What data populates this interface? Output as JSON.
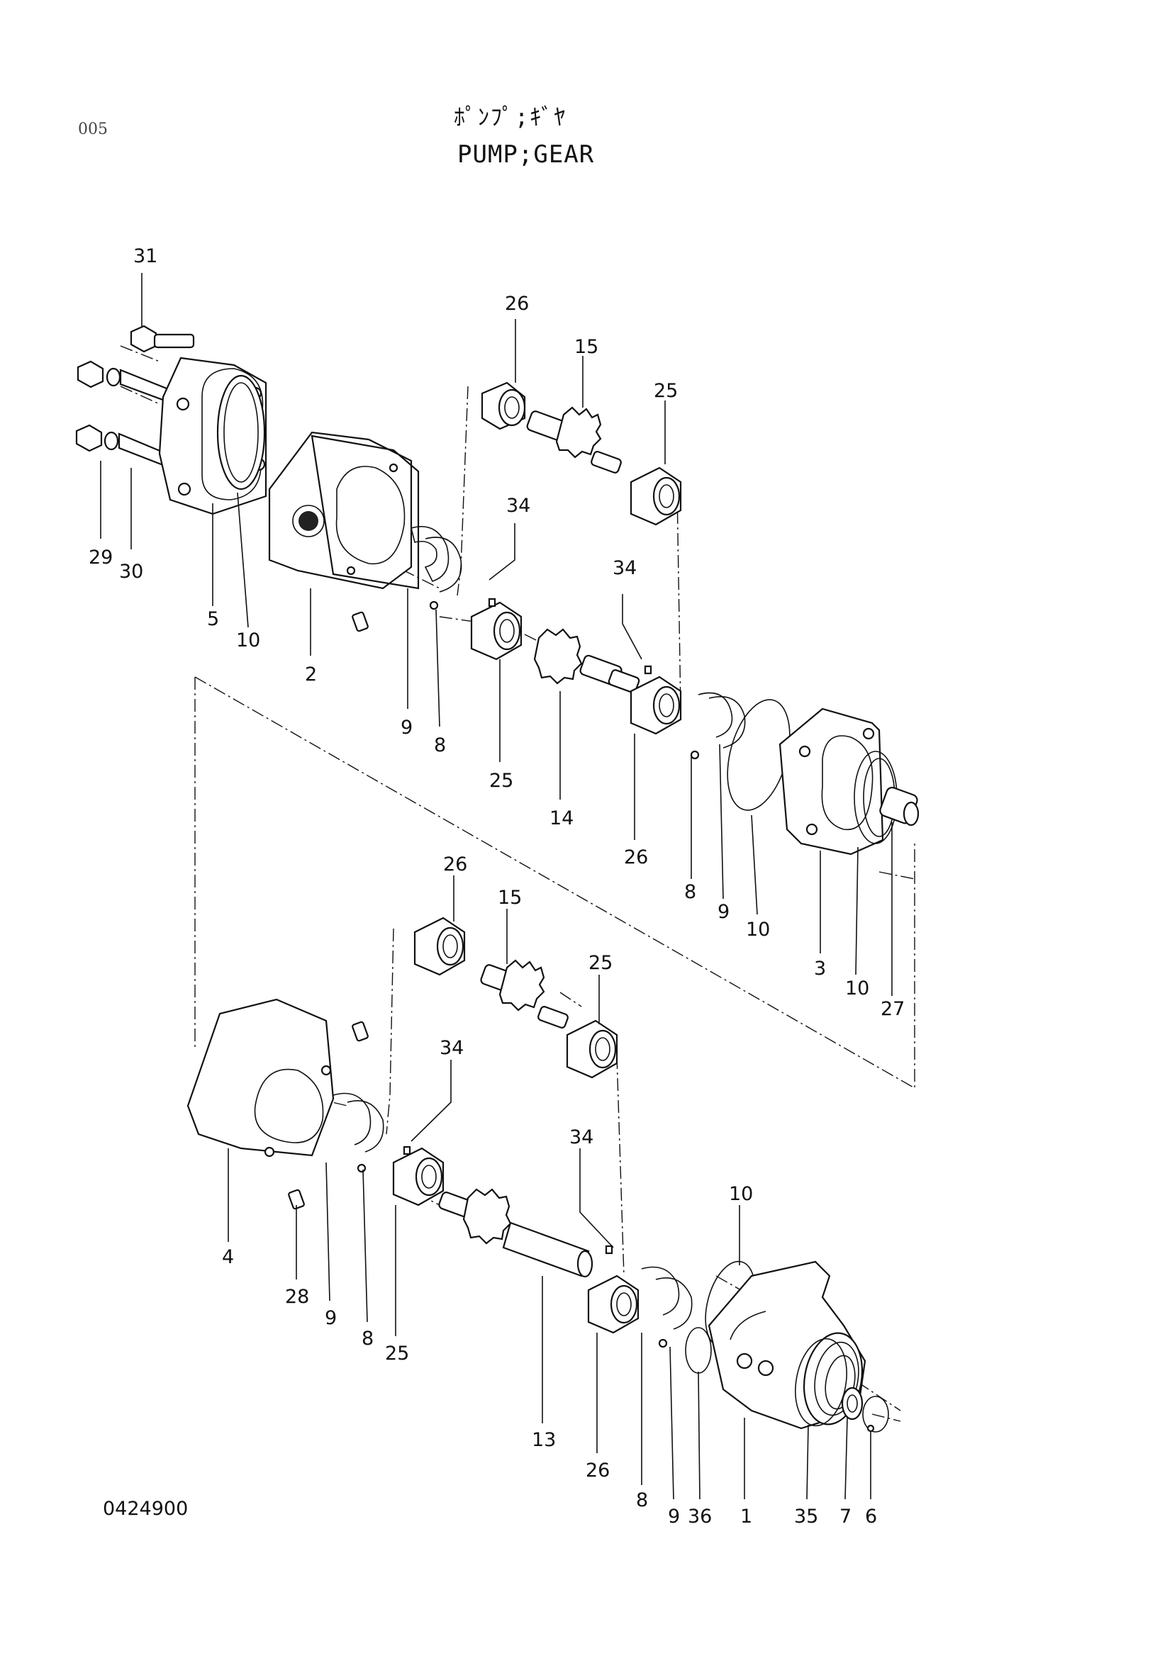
{
  "header": {
    "page_number": "005",
    "title_jp": "ﾎﾟﾝﾌﾟ;ｷﾞﾔ",
    "title_en": "PUMP;GEAR"
  },
  "footer": {
    "drawing_number": "0424900"
  },
  "callouts": {
    "c1": "31",
    "c2": "29",
    "c3": "30",
    "c4": "5",
    "c5": "10",
    "c6": "2",
    "c7": "26",
    "c8": "15",
    "c9": "25",
    "c10": "34",
    "c11": "9",
    "c12": "8",
    "c13": "25",
    "c14": "14",
    "c15": "34",
    "c16": "26",
    "c17": "8",
    "c18": "9",
    "c19": "10",
    "c20": "3",
    "c21": "10",
    "c22": "27",
    "c23": "26",
    "c24": "15",
    "c25": "25",
    "c26": "34",
    "c27": "34",
    "c28": "4",
    "c29": "28",
    "c30": "9",
    "c31": "8",
    "c32": "25",
    "c33": "13",
    "c34": "26",
    "c35": "10",
    "c36": "8",
    "c37": "9",
    "c38": "36",
    "c39": "1",
    "c40": "35",
    "c41": "7",
    "c42": "6"
  }
}
